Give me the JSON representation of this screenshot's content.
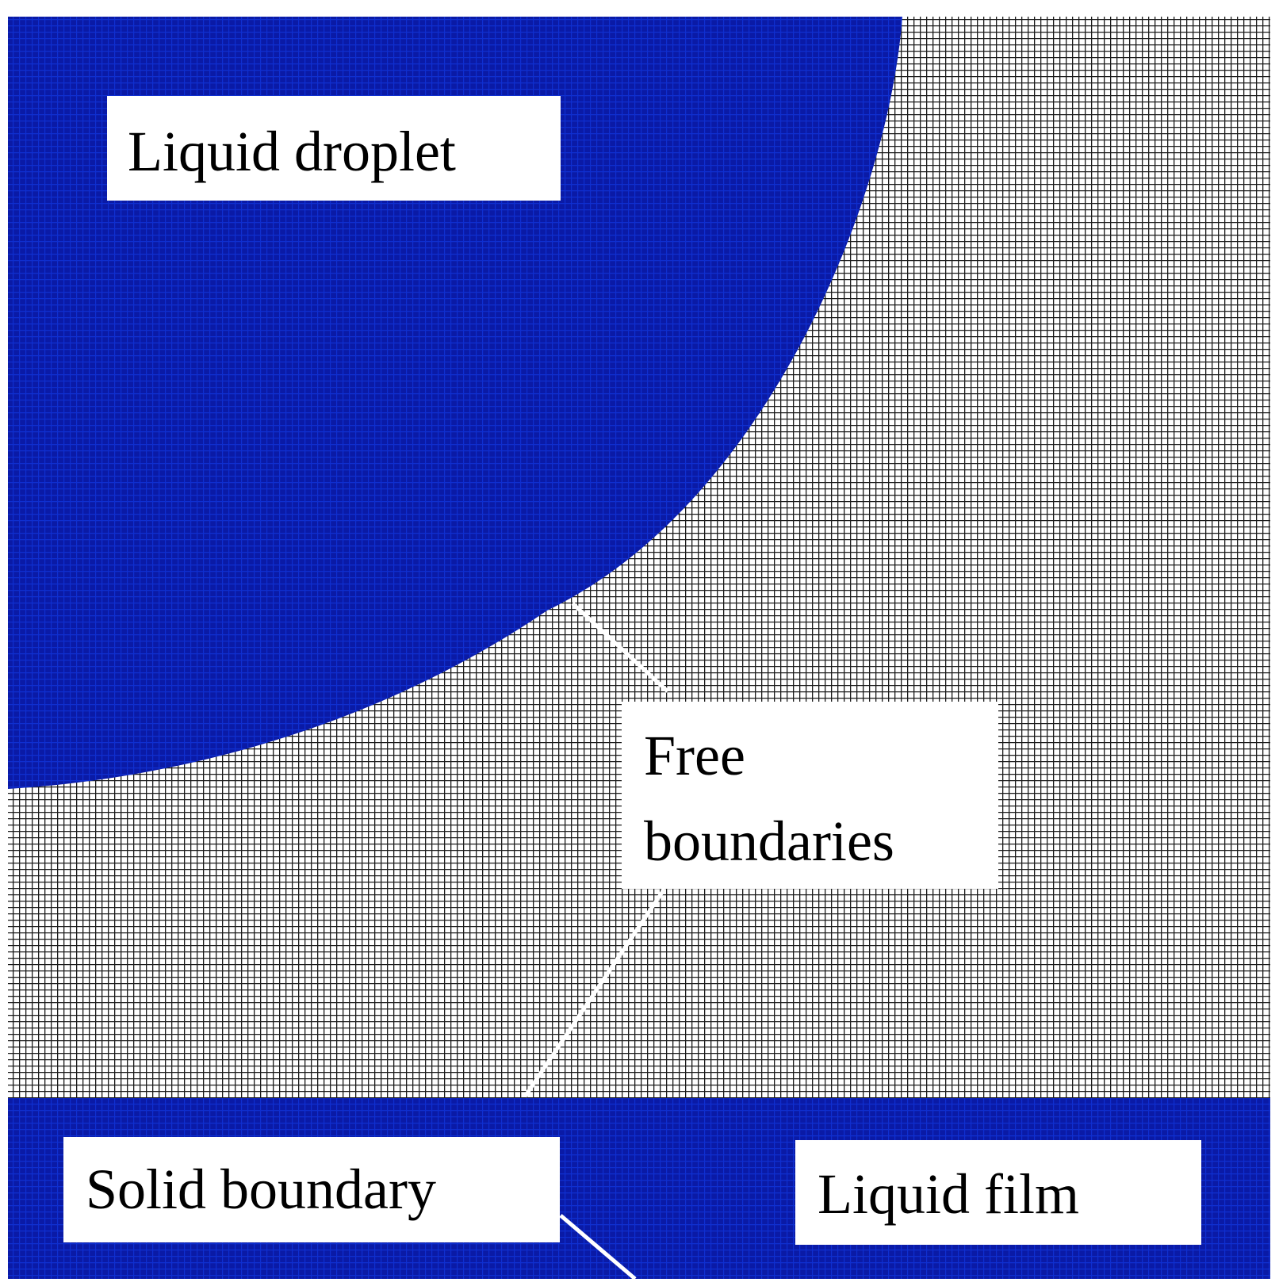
{
  "labels": {
    "liquid_droplet": "Liquid droplet",
    "free_boundaries_line1": "Free",
    "free_boundaries_line2": "boundaries",
    "solid_boundary": "Solid boundary",
    "liquid_film": "Liquid film"
  },
  "colors": {
    "liquid": "#0a1aa6",
    "mesh_background": "#ffffff",
    "mesh_lines": "#000000",
    "leader_lines": "#ffffff"
  }
}
